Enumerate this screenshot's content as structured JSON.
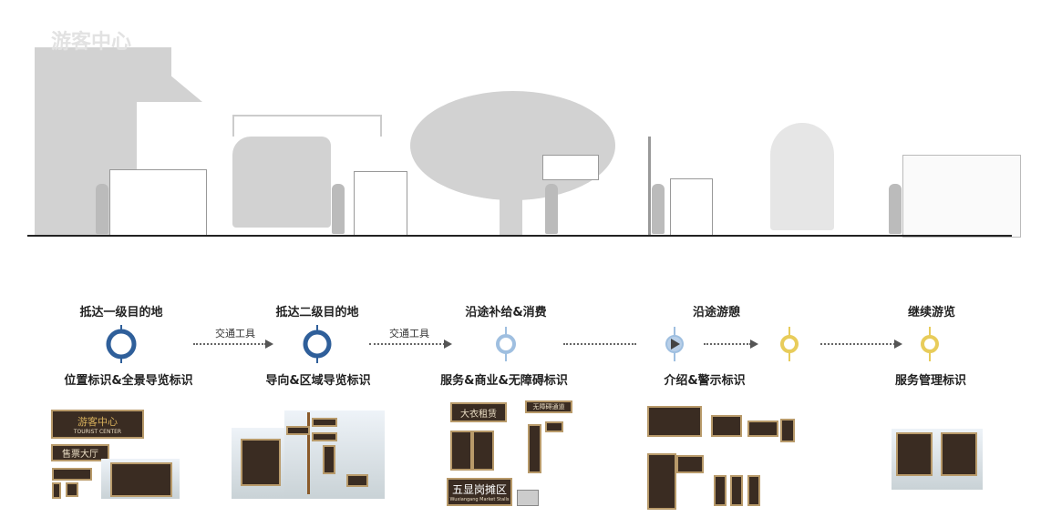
{
  "scene": {
    "building_label": "游客中心"
  },
  "stages": [
    {
      "title": "抵达一级目的地",
      "label": "位置标识&全景导览标识",
      "color": "#2f5f9a",
      "style": "dark"
    },
    {
      "title": "抵达二级目的地",
      "label": "导向&区域导览标识",
      "color": "#2f5f9a",
      "style": "dark"
    },
    {
      "title": "沿途补给&消费",
      "label": "服务&商业&无障碍标识",
      "color": "#9fbfe0",
      "style": "light"
    },
    {
      "title": "沿途游憩",
      "label": "介绍&警示标识",
      "color": "#9fbfe0",
      "style": "play"
    },
    {
      "title": "",
      "label": "",
      "color": "#e8cc5a",
      "style": "yellow"
    },
    {
      "title": "继续游览",
      "label": "服务管理标识",
      "color": "#e8cc5a",
      "style": "yellow"
    }
  ],
  "transitions": [
    "交通工具",
    "交通工具"
  ],
  "signs": {
    "tourist_center": "游客中心",
    "tourist_center_en": "TOURIST CENTER",
    "ticket_hall": "售票大厅",
    "coat_rental": "大衣租赁",
    "accessible": "无障碍通道",
    "market": "五显岗摊区",
    "market_en": "Wuxiangang Market Stalls"
  }
}
